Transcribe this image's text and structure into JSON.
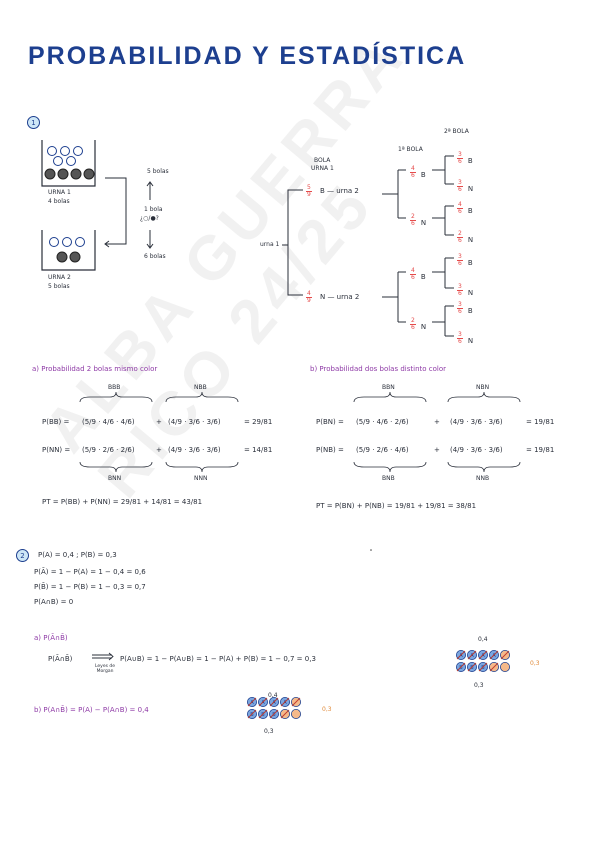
{
  "title": "PROBABILIDAD Y ESTADÍSTICA",
  "watermark": "ALBA GUERRA RICO 24/25",
  "ex1": {
    "num": "1",
    "urna1_label": "URNA 1",
    "urna1_count": "4 bolas",
    "urna2_label": "URNA 2",
    "urna2_count": "5 bolas",
    "arrow_top": "5 bolas",
    "arrow_mid1": "1 bola",
    "arrow_mid2": "¿○/●?",
    "arrow_bot": "6 bolas",
    "tree_root": "urna 1",
    "hdr_bola": "BOLA",
    "hdr_urna1": "URNA 1",
    "hdr_1bola": "1ª BOLA",
    "hdr_2bola": "2ª BOLA",
    "b1_frac": [
      "5",
      "9"
    ],
    "b1_txt": "B — urna 2",
    "n1_frac": [
      "4",
      "9"
    ],
    "n1_txt": "N — urna 2",
    "l2": [
      {
        "f": [
          "4",
          "6"
        ],
        "o": "B"
      },
      {
        "f": [
          "2",
          "6"
        ],
        "o": "N"
      },
      {
        "f": [
          "4",
          "6"
        ],
        "o": "B"
      },
      {
        "f": [
          "2",
          "6"
        ],
        "o": "N"
      }
    ],
    "l3": [
      {
        "f": [
          "3",
          "6"
        ],
        "o": "B"
      },
      {
        "f": [
          "3",
          "6"
        ],
        "o": "N"
      },
      {
        "f": [
          "4",
          "6"
        ],
        "o": "B"
      },
      {
        "f": [
          "2",
          "6"
        ],
        "o": "N"
      },
      {
        "f": [
          "3",
          "6"
        ],
        "o": "B"
      },
      {
        "f": [
          "3",
          "6"
        ],
        "o": "N"
      },
      {
        "f": [
          "3",
          "6"
        ],
        "o": "B"
      },
      {
        "f": [
          "3",
          "6"
        ],
        "o": "N"
      }
    ],
    "a_heading": "a) Probabilidad 2 bolas mismo color",
    "b_heading": "b) Probabilidad dos bolas distinto color",
    "a_bbb": "BBB",
    "a_nbb": "NBB",
    "a_bnn": "BNN",
    "a_nnn": "NNN",
    "a_pbb_lhs": "P(BB) =",
    "a_pbb_rhs": "29/81",
    "a_pnn_lhs": "P(NN) =",
    "a_pnn_rhs": "14/81",
    "a_pbb_t1": "(5/9 · 4/6 · 4/6)",
    "a_pbb_t2": "(4/9 · 3/6 · 3/6)",
    "a_pnn_t1": "(5/9 · 2/6 · 2/6)",
    "a_pnn_t2": "(4/9 · 3/6 · 3/6)",
    "a_total": "PT = P(BB) + P(NN) = 29/81 + 14/81 = 43/81",
    "b_bbn": "BBN",
    "b_nbn": "NBN",
    "b_bnb": "BNB",
    "b_nnb": "NNB",
    "b_pbn_lhs": "P(BN) =",
    "b_pbn_rhs": "19/81",
    "b_pnb_lhs": "P(NB) =",
    "b_pnb_rhs": "19/81",
    "b_pbn_t1": "(5/9 · 4/6 · 2/6)",
    "b_pbn_t2": "(4/9 · 3/6 · 3/6)",
    "b_pnb_t1": "(5/9 · 2/6 · 4/6)",
    "b_pnb_t2": "(4/9 · 3/6 · 3/6)",
    "b_total": "PT = P(BN) + P(NB) = 19/81 + 19/81 = 38/81"
  },
  "ex2": {
    "num": "2",
    "line1": "P(A) = 0,4   ;   P(B) = 0,3",
    "line2": "P(Ā) = 1 − P(A) = 1 − 0,4 = 0,6",
    "line3": "P(B̄) = 1 − P(B) = 1 − 0,3 = 0,7",
    "line4": "P(A∩B) = 0",
    "a_heading": "a) P(Ā∩B̄)",
    "a_lhs": "P(Ā∩B̄)",
    "a_arrow_note": "Leyes de Morgan",
    "a_rhs": "P(A∪B) = 1 − P(A∪B) = 1 − P(A) + P(B) = 1 − 0,7 = 0,3",
    "b_heading": "b) P(A∩B̄) = P(A) − P(A∩B) = 0,4",
    "grid_a_top": "0,4",
    "grid_a_right": "0,3",
    "grid_a_bot": "0,3",
    "grid_b_top": "0,4",
    "grid_b_right": "0,3",
    "grid_b_bot": "0,3",
    "grid_letters": [
      "A",
      "A",
      "A",
      "A",
      "B",
      "B",
      "B"
    ]
  },
  "colors": {
    "navy": "#1d3f8f",
    "red": "#e54b4b",
    "purple": "#8e3aa6",
    "orange": "#f5b98a",
    "blue": "#7aa6e0"
  }
}
